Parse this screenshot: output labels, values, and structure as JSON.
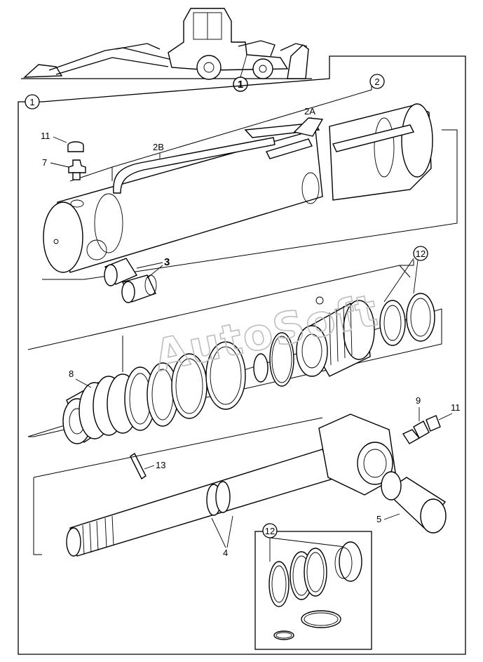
{
  "diagram": {
    "watermark": "AutoSoft",
    "callouts": {
      "c1_machine": "1",
      "c1_frame": "1",
      "c2": "2",
      "c2a": "2A",
      "c2b": "2B",
      "c3": "3",
      "c4": "4",
      "c5": "5",
      "c7": "7",
      "c8": "8",
      "c9": "9",
      "c11_top": "11",
      "c11_right": "11",
      "c12_top": "12",
      "c12_box": "12",
      "c13": "13"
    }
  }
}
